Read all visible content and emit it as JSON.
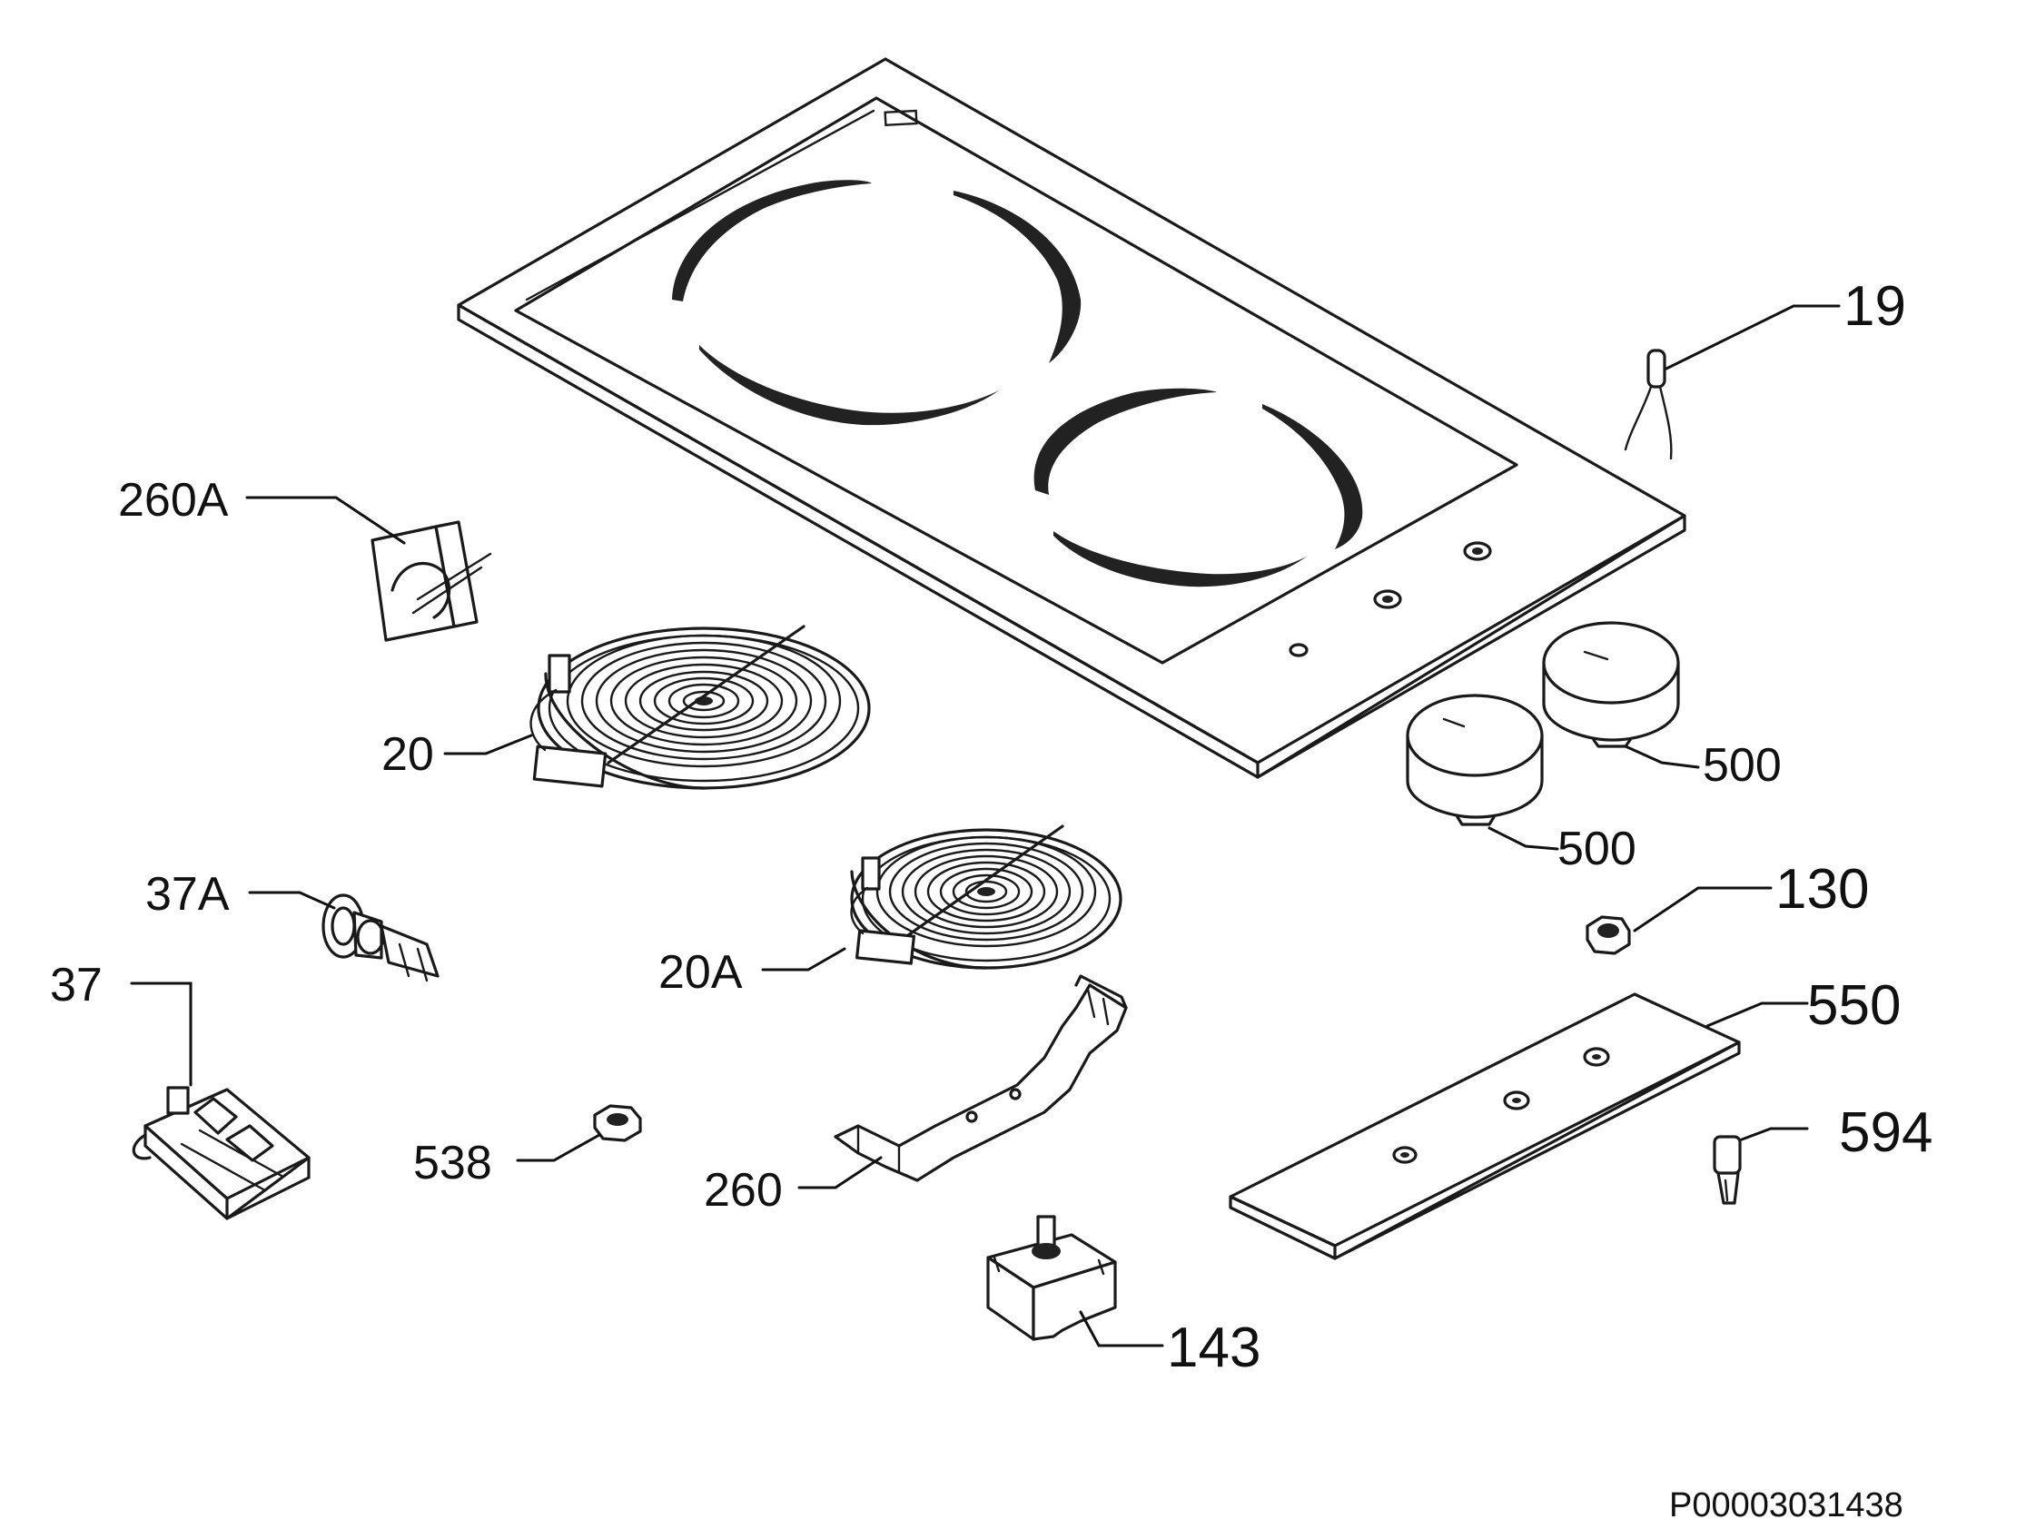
{
  "labels": {
    "p19": "19",
    "p260a": "260A",
    "p20": "20",
    "p500a": "500",
    "p500b": "500",
    "p37a": "37A",
    "p20a": "20A",
    "p130": "130",
    "p37": "37",
    "p550": "550",
    "p538": "538",
    "p594": "594",
    "p260": "260",
    "p143": "143"
  },
  "diagram_code": "P00003031438"
}
